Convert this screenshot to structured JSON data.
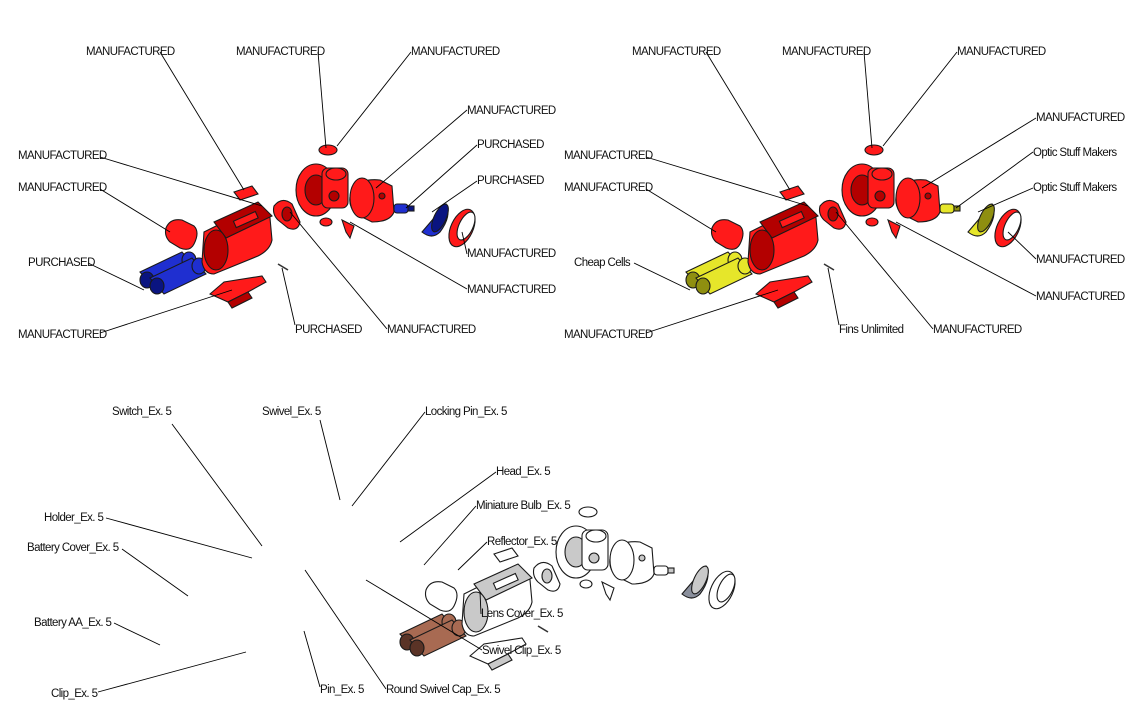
{
  "colors": {
    "manufactured": "#ff1a1a",
    "manufactured_dark": "#b30000",
    "purchased": "#1f2fd0",
    "purchased_dark": "#0a1480",
    "vendor": "#e6e62a",
    "vendor_dark": "#8f8f10",
    "battery_brown": "#a86a52",
    "battery_brown_dark": "#5a3326",
    "neutral": "#ffffff",
    "neutral_shade": "#c9c9c9",
    "lens_gray": "#8a8f9c"
  },
  "views": [
    {
      "id": "view-1",
      "labels": {
        "switch": "MANUFACTURED",
        "swivel": "MANUFACTURED",
        "locking_pin": "MANUFACTURED",
        "head": "MANUFACTURED",
        "bulb": "PURCHASED",
        "reflector": "PURCHASED",
        "holder": "MANUFACTURED",
        "battery_cover": "MANUFACTURED",
        "battery": "PURCHASED",
        "clip": "MANUFACTURED",
        "pin": "PURCHASED",
        "round_swivel_cap": "MANUFACTURED",
        "swivel_clip": "MANUFACTURED",
        "lens_cover": "MANUFACTURED"
      }
    },
    {
      "id": "view-2",
      "labels": {
        "switch": "MANUFACTURED",
        "swivel": "MANUFACTURED",
        "locking_pin": "MANUFACTURED",
        "head": "MANUFACTURED",
        "bulb": "Optic Stuff Makers",
        "reflector": "Optic Stuff Makers",
        "holder": "MANUFACTURED",
        "battery_cover": "MANUFACTURED",
        "battery": "Cheap Cells",
        "clip": "MANUFACTURED",
        "pin": "Fins Unlimited",
        "round_swivel_cap": "MANUFACTURED",
        "swivel_clip": "MANUFACTURED",
        "lens_cover": "MANUFACTURED"
      }
    },
    {
      "id": "view-3",
      "labels": {
        "switch": "Switch_Ex. 5",
        "swivel": "Swivel_Ex. 5",
        "locking_pin": "Locking Pin_Ex. 5",
        "head": "Head_Ex. 5",
        "bulb": "Miniature Bulb_Ex. 5",
        "reflector": "Reflector_Ex. 5",
        "holder": "Holder_Ex. 5",
        "battery_cover": "Battery Cover_Ex. 5",
        "battery": "Battery AA_Ex. 5",
        "clip": "Clip_Ex. 5",
        "pin": "Pin_Ex. 5",
        "round_swivel_cap": "Round Swivel Cap_Ex. 5",
        "swivel_clip": "Swivel Clip_Ex. 5",
        "lens_cover": "Lens Cover_Ex. 5"
      }
    }
  ]
}
